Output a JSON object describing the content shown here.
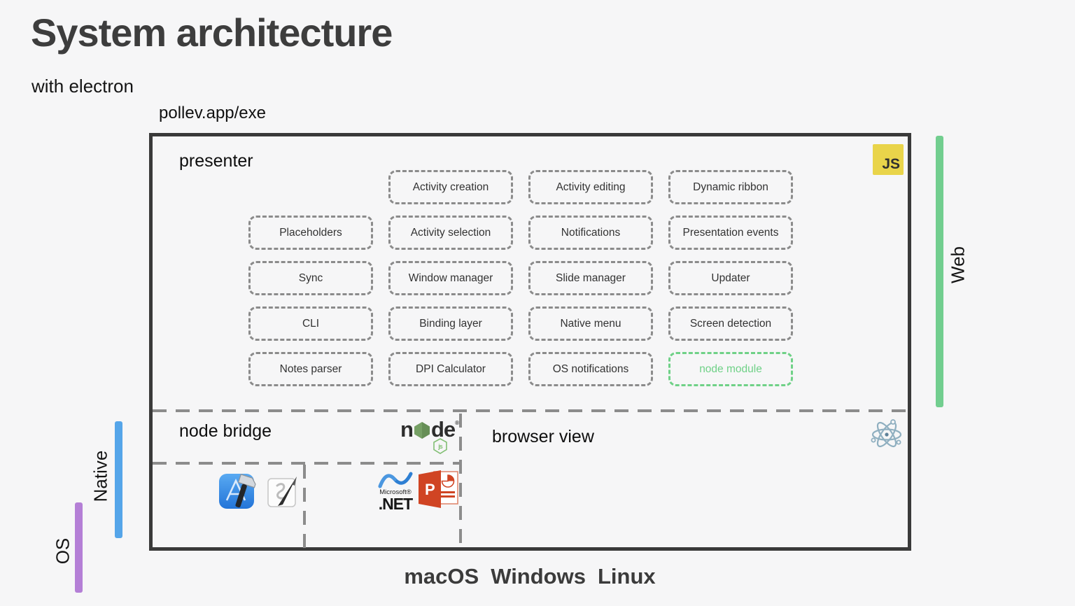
{
  "header": {
    "title": "System architecture",
    "subtitle": "with electron",
    "app_label": "pollev.app/exe"
  },
  "presenter": {
    "label": "presenter",
    "modules": [
      {
        "label": "Activity creation"
      },
      {
        "label": "Activity editing"
      },
      {
        "label": "Dynamic ribbon"
      },
      {
        "label": "Placeholders"
      },
      {
        "label": "Activity selection"
      },
      {
        "label": "Notifications"
      },
      {
        "label": "Presentation events"
      },
      {
        "label": "Sync"
      },
      {
        "label": "Window manager"
      },
      {
        "label": "Slide manager"
      },
      {
        "label": "Updater"
      },
      {
        "label": "CLI"
      },
      {
        "label": "Binding layer"
      },
      {
        "label": "Native menu"
      },
      {
        "label": "Screen detection"
      },
      {
        "label": "Notes parser"
      },
      {
        "label": "DPI Calculator"
      },
      {
        "label": "OS notifications"
      },
      {
        "label": "node module"
      }
    ]
  },
  "node_bridge": {
    "label": "node bridge"
  },
  "browser_view": {
    "label": "browser view"
  },
  "platforms": {
    "items": [
      "macOS",
      "Windows",
      "Linux"
    ]
  },
  "side_bars": {
    "web": {
      "label": "Web",
      "color": "#72ce8f"
    },
    "native": {
      "label": "Native",
      "color": "#55a5e9"
    },
    "os": {
      "label": "OS",
      "color": "#b47fd6"
    }
  },
  "logos": {
    "js_badge": "JS",
    "node": {
      "n": "n",
      "de": "de",
      "reg": "®",
      "js": "js"
    },
    "dotnet": {
      "microsoft": "Microsoft®",
      "net": ".NET"
    },
    "powerpoint": {
      "p": "P"
    }
  },
  "colors": {
    "background": "#f6f6f7",
    "box_border": "#3a3a3a",
    "dash_gray": "#8c8c8c",
    "module_green": "#6fd187",
    "js_yellow": "#e9d44a",
    "node_green": "#76a065",
    "electron_blue": "#8fafc0",
    "dotnet_blue": "#2e7fd3",
    "powerpoint_orange": "#d04423",
    "xcode_blue": "#3e93e8"
  }
}
